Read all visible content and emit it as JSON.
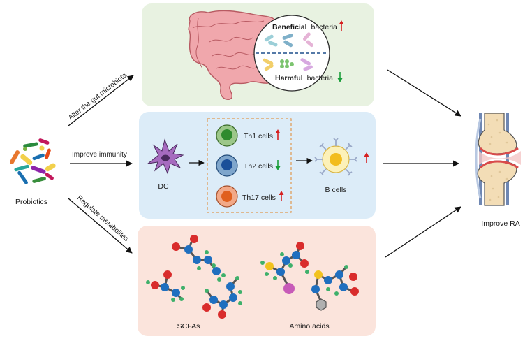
{
  "nodes": {
    "probiotics": "Probiotics",
    "improve_ra": "Improve RA",
    "dc": "DC",
    "th1": "Th1 cells",
    "th2": "Th2 cells",
    "th17": "Th17 cells",
    "b_cells": "B cells",
    "scfas": "SCFAs",
    "amino_acids": "Amino acids",
    "beneficial_bold": "Beneficial",
    "harmful_bold": "Harmful",
    "bacteria_word": "bacteria"
  },
  "edges": {
    "alter_microbiota": "Alter the gut microbiota",
    "improve_immunity": "Improve immunity",
    "regulate_metabolites": "Regulate metabolites"
  },
  "indicators": {
    "beneficial": "up",
    "harmful": "down",
    "th1": "up",
    "th2": "down",
    "th17": "up",
    "b_cells": "up"
  },
  "colors": {
    "up_arrow": "#d62020",
    "down_arrow": "#1a9e3a",
    "panel_microbiota": "#e8f2e1",
    "panel_immunity": "#dcecf8",
    "panel_metabolites": "#fbe4dc",
    "carbon_atom": "#1f6fbf",
    "oxygen_atom": "#d92c2c",
    "hydrogen_atom": "#3fb06b"
  }
}
